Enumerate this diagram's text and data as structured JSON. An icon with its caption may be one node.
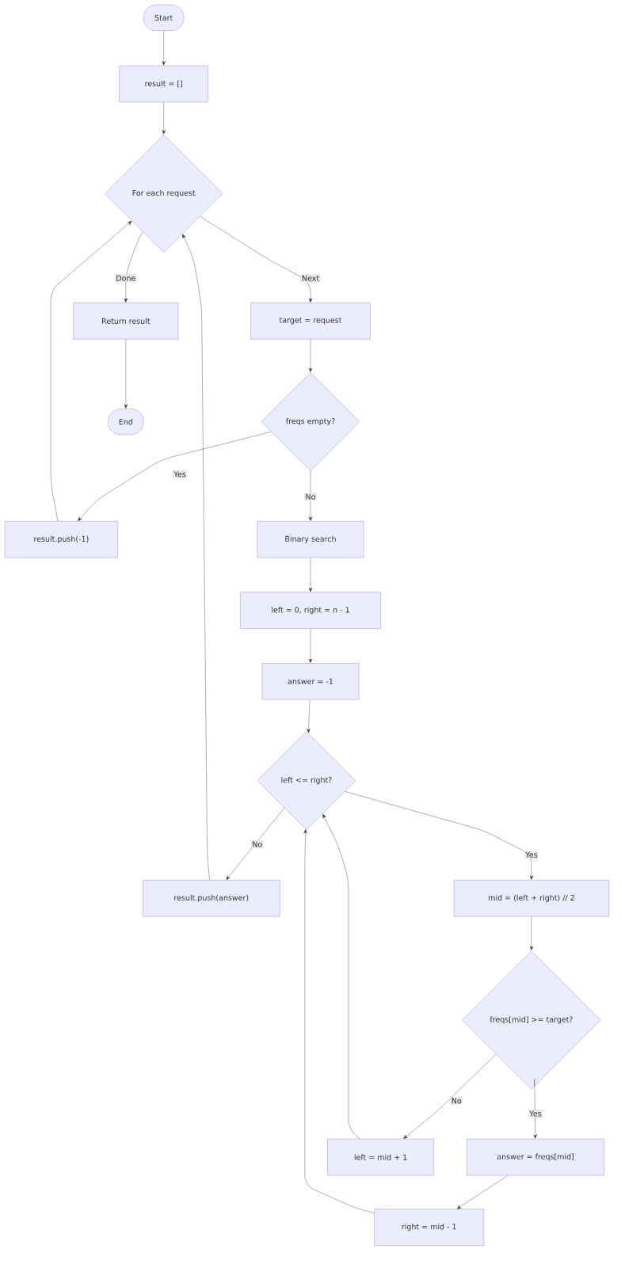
{
  "diagram": {
    "nodes": [
      {
        "text": [
          "Start"
        ]
      },
      {
        "text": [
          "result = []"
        ]
      },
      {
        "text": [
          "For each request"
        ]
      },
      {
        "text": [
          "Return result"
        ]
      },
      {
        "text": [
          "target = request"
        ]
      },
      {
        "text": [
          "End"
        ]
      },
      {
        "text": [
          "freqs empty?"
        ]
      },
      {
        "text": [
          "result.push(-1)"
        ]
      },
      {
        "text": [
          "Binary search"
        ]
      },
      {
        "text": [
          "left = 0, right = n - 1"
        ]
      },
      {
        "text": [
          "answer = -1"
        ]
      },
      {
        "text": [
          "left <= right?"
        ]
      },
      {
        "text": [
          "result.push(answer)"
        ]
      },
      {
        "text": [
          "mid = (left + right) // 2"
        ]
      },
      {
        "text": [
          "freqs[mid] >= target?"
        ]
      },
      {
        "text": [
          "left = mid + 1"
        ]
      },
      {
        "text": [
          "answer = freqs[mid]"
        ]
      },
      {
        "text": [
          "right = mid - 1"
        ]
      }
    ],
    "edges": [
      {
        "from": 0,
        "to": 1,
        "arrow": "to"
      },
      {
        "from": 1,
        "to": 2,
        "arrow": "to"
      },
      {
        "from": 2,
        "to": 3,
        "label": "Done",
        "arrow": "to"
      },
      {
        "from": 2,
        "to": 4,
        "label": "Next",
        "arrow": "to"
      },
      {
        "from": 3,
        "to": 5,
        "arrow": "to"
      },
      {
        "from": 4,
        "to": 6,
        "arrow": "to"
      },
      {
        "from": 6,
        "to": 7,
        "label": "Yes",
        "arrow": "to"
      },
      {
        "from": 6,
        "to": 8,
        "label": "No",
        "arrow": "to"
      },
      {
        "from": 7,
        "to": 2,
        "arrow": "to"
      },
      {
        "from": 8,
        "to": 9,
        "arrow": "to"
      },
      {
        "from": 9,
        "to": 10,
        "arrow": "to"
      },
      {
        "from": 10,
        "to": 11,
        "arrow": "to"
      },
      {
        "from": 11,
        "to": 12,
        "label": "No",
        "arrow": "to"
      },
      {
        "from": 11,
        "to": 13,
        "label": "Yes",
        "arrow": "to"
      },
      {
        "from": 12,
        "to": 2,
        "arrow": "to"
      },
      {
        "from": 13,
        "to": 14,
        "arrow": "to"
      },
      {
        "from": 14,
        "to": 15,
        "label": "No",
        "arrow": "to"
      },
      {
        "from": 14,
        "to": 16,
        "label": "Yes",
        "arrow": "to"
      },
      {
        "from": 15,
        "to": 11,
        "arrow": "to"
      },
      {
        "from": 16,
        "to": 17,
        "arrow": "to"
      },
      {
        "from": 17,
        "to": 11,
        "arrow": "to"
      }
    ]
  }
}
